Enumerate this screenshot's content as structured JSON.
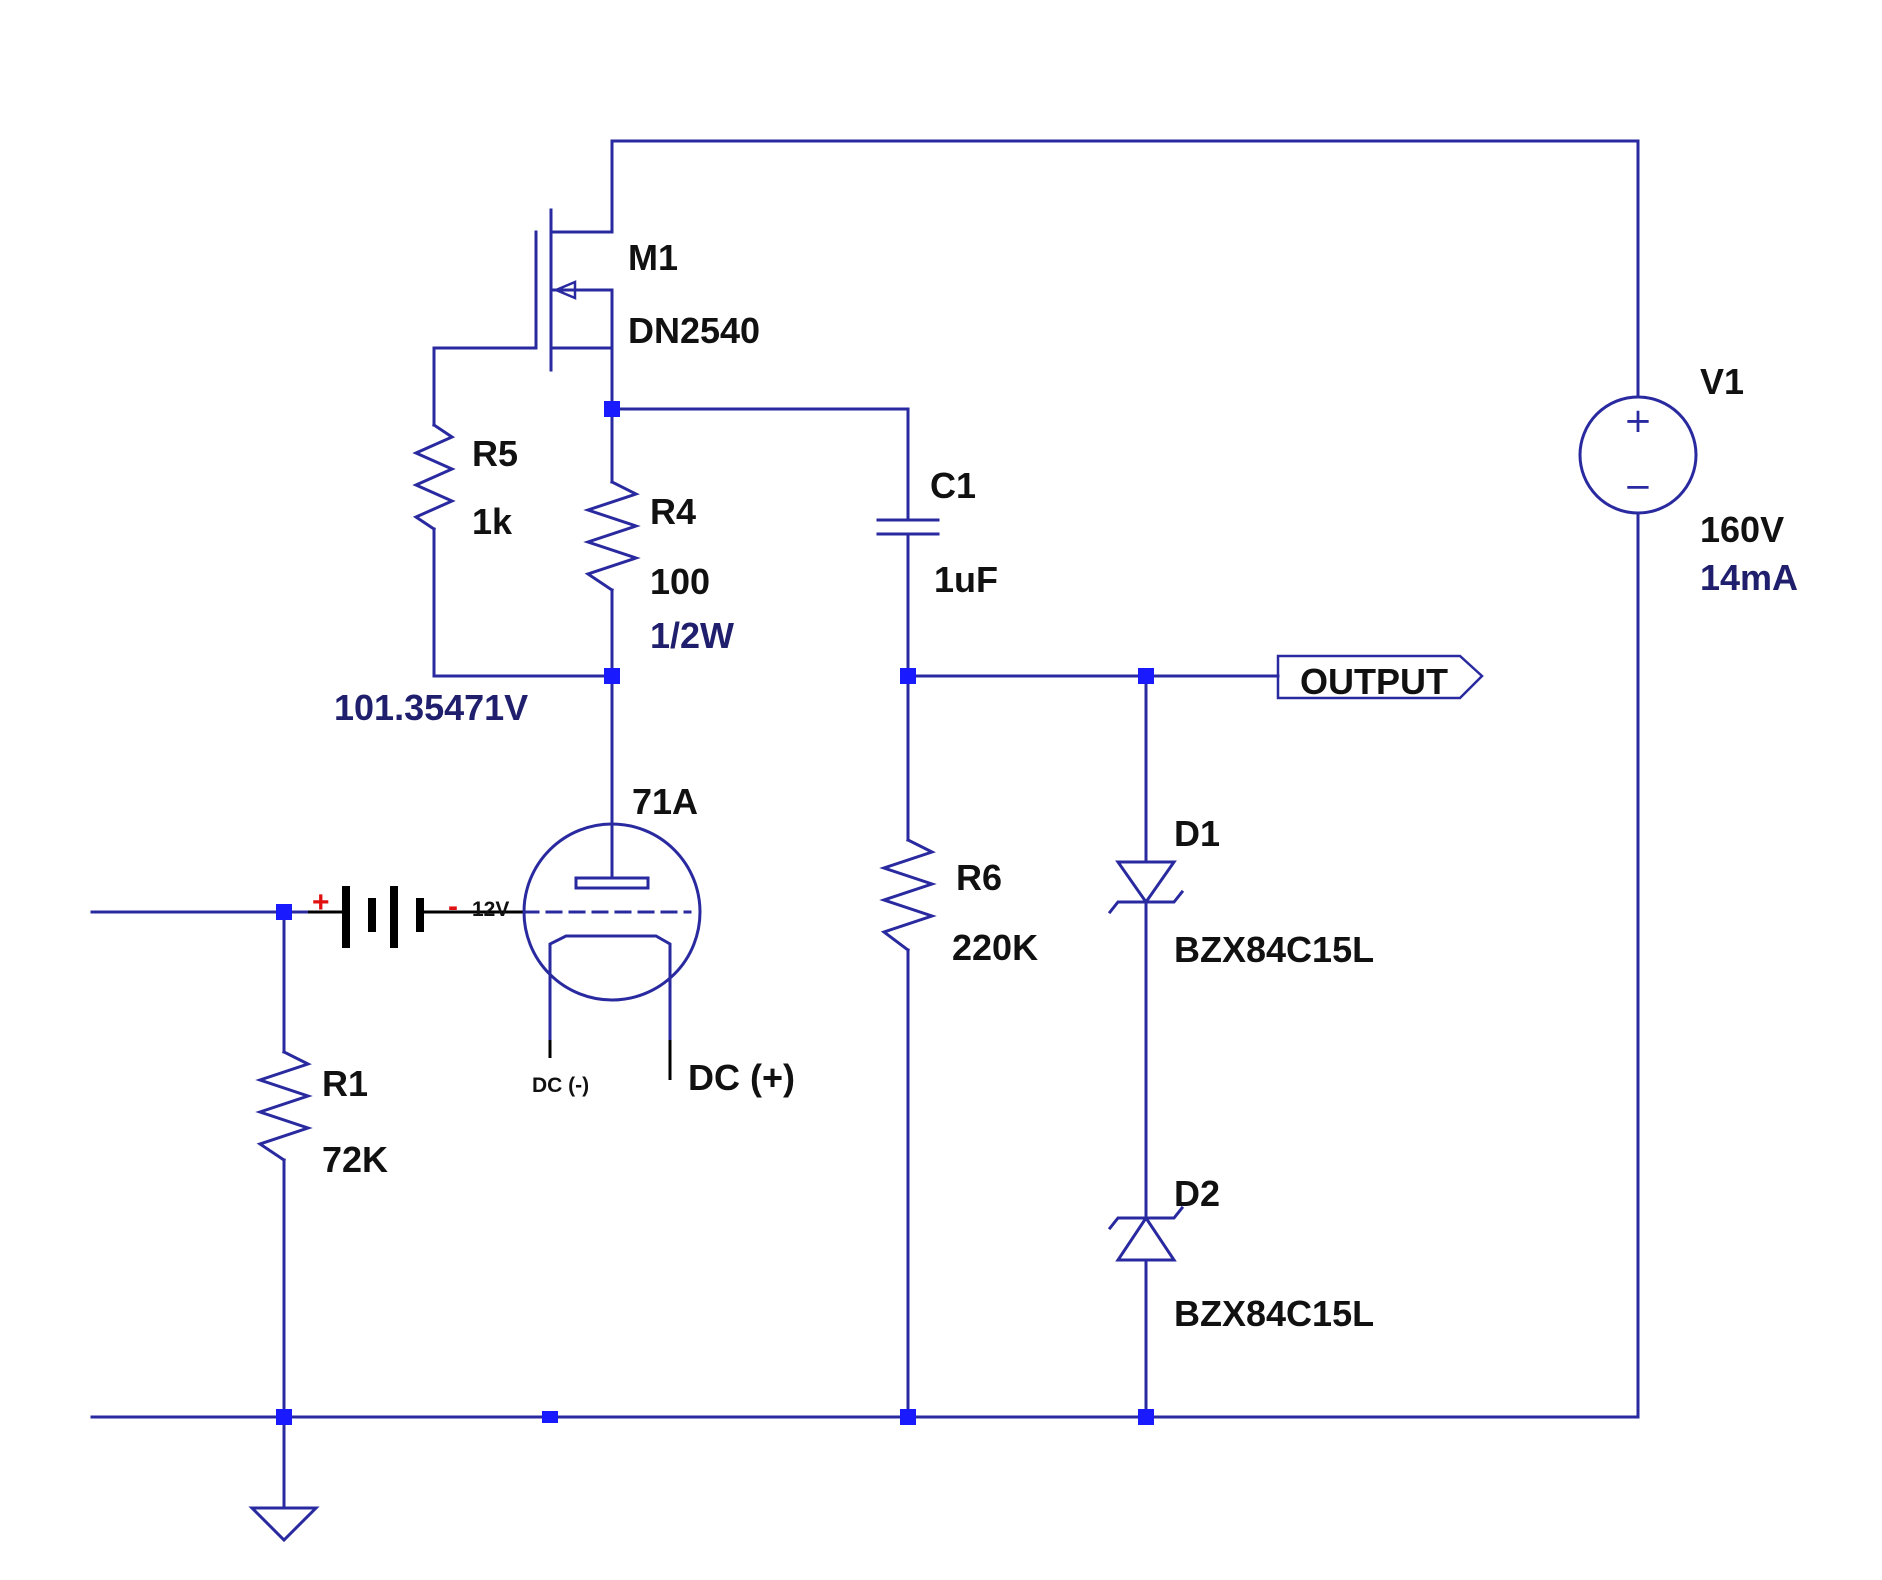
{
  "components": {
    "m1": {
      "ref": "M1",
      "part": "DN2540"
    },
    "r5": {
      "ref": "R5",
      "value": "1k"
    },
    "r4": {
      "ref": "R4",
      "value": "100",
      "rating": "1/2W"
    },
    "c1": {
      "ref": "C1",
      "value": "1uF"
    },
    "v1": {
      "ref": "V1",
      "voltage": "160V",
      "current": "14mA",
      "plus": "+",
      "minus": "−"
    },
    "tube": {
      "type": "71A",
      "bias": "12V",
      "bias_plus": "+",
      "bias_minus": "-",
      "filament_neg": "DC (-)",
      "filament_pos": "DC (+)"
    },
    "r6": {
      "ref": "R6",
      "value": "220K"
    },
    "r1": {
      "ref": "R1",
      "value": "72K"
    },
    "d1": {
      "ref": "D1",
      "part": "BZX84C15L"
    },
    "d2": {
      "ref": "D2",
      "part": "BZX84C15L"
    }
  },
  "node_voltage": "101.35471V",
  "output_label": "OUTPUT",
  "colors": {
    "wire": "#2a2aa0",
    "junction": "#1a1aff",
    "annotation": "#1f1f6e",
    "bias_plus": "#e01010",
    "external": "#000000"
  }
}
